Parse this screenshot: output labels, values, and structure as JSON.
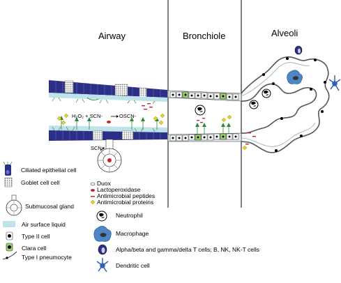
{
  "regions": {
    "airway": "Airway",
    "bronchiole": "Bronchiole",
    "alveoli": "Alveoli"
  },
  "reaction": {
    "h2o2": "H₂O₂ + SCN-",
    "product": "OSCN-"
  },
  "gland_label": "SCN-",
  "legend_left": [
    {
      "icon": "ciliated-cell-icon",
      "label": "Ciliated epithelial cell"
    },
    {
      "icon": "goblet-cell-icon",
      "label": "Goblet cell cell"
    },
    {
      "icon": "submucosal-gland-icon",
      "label": "Submucosal gland"
    },
    {
      "icon": "air-surface-liquid-icon",
      "label": "Air surface liquid"
    },
    {
      "icon": "type-ii-cell-icon",
      "label": "Type II cell"
    },
    {
      "icon": "clara-cell-icon",
      "label": "Clara cell"
    },
    {
      "icon": "type-i-pneumocyte-icon",
      "label": "Type I pneumocyte"
    }
  ],
  "legend_middle": [
    {
      "icon": "duox-icon",
      "label": "Duox"
    },
    {
      "icon": "lactoperoxidase-icon",
      "label": "Lactoperoxidase"
    },
    {
      "icon": "antimicrobial-peptides-icon",
      "label": "Antimicrobial peptides"
    },
    {
      "icon": "antimicrobial-proteins-icon",
      "label": "Antimicrobial proteins"
    }
  ],
  "legend_right": [
    {
      "icon": "neutrophil-icon",
      "label": "Neutrophil"
    },
    {
      "icon": "macrophage-icon",
      "label": "Macrophage"
    },
    {
      "icon": "t-cell-icon",
      "label": "Alpha/beta and gamma/delta T cells; B, NK, NK-T cells"
    },
    {
      "icon": "dendritic-cell-icon",
      "label": "Dendritic cell"
    }
  ],
  "colors": {
    "ciliated": "#2b2f86",
    "goblet": "#cfcfcf",
    "asl": "#bfe3ea",
    "tissue": "#dcecf0",
    "clara_green": "#9bd26a",
    "lpo_red": "#c0282d",
    "protein_yellow": "#e6d227",
    "macrophage": "#4d86c6"
  }
}
